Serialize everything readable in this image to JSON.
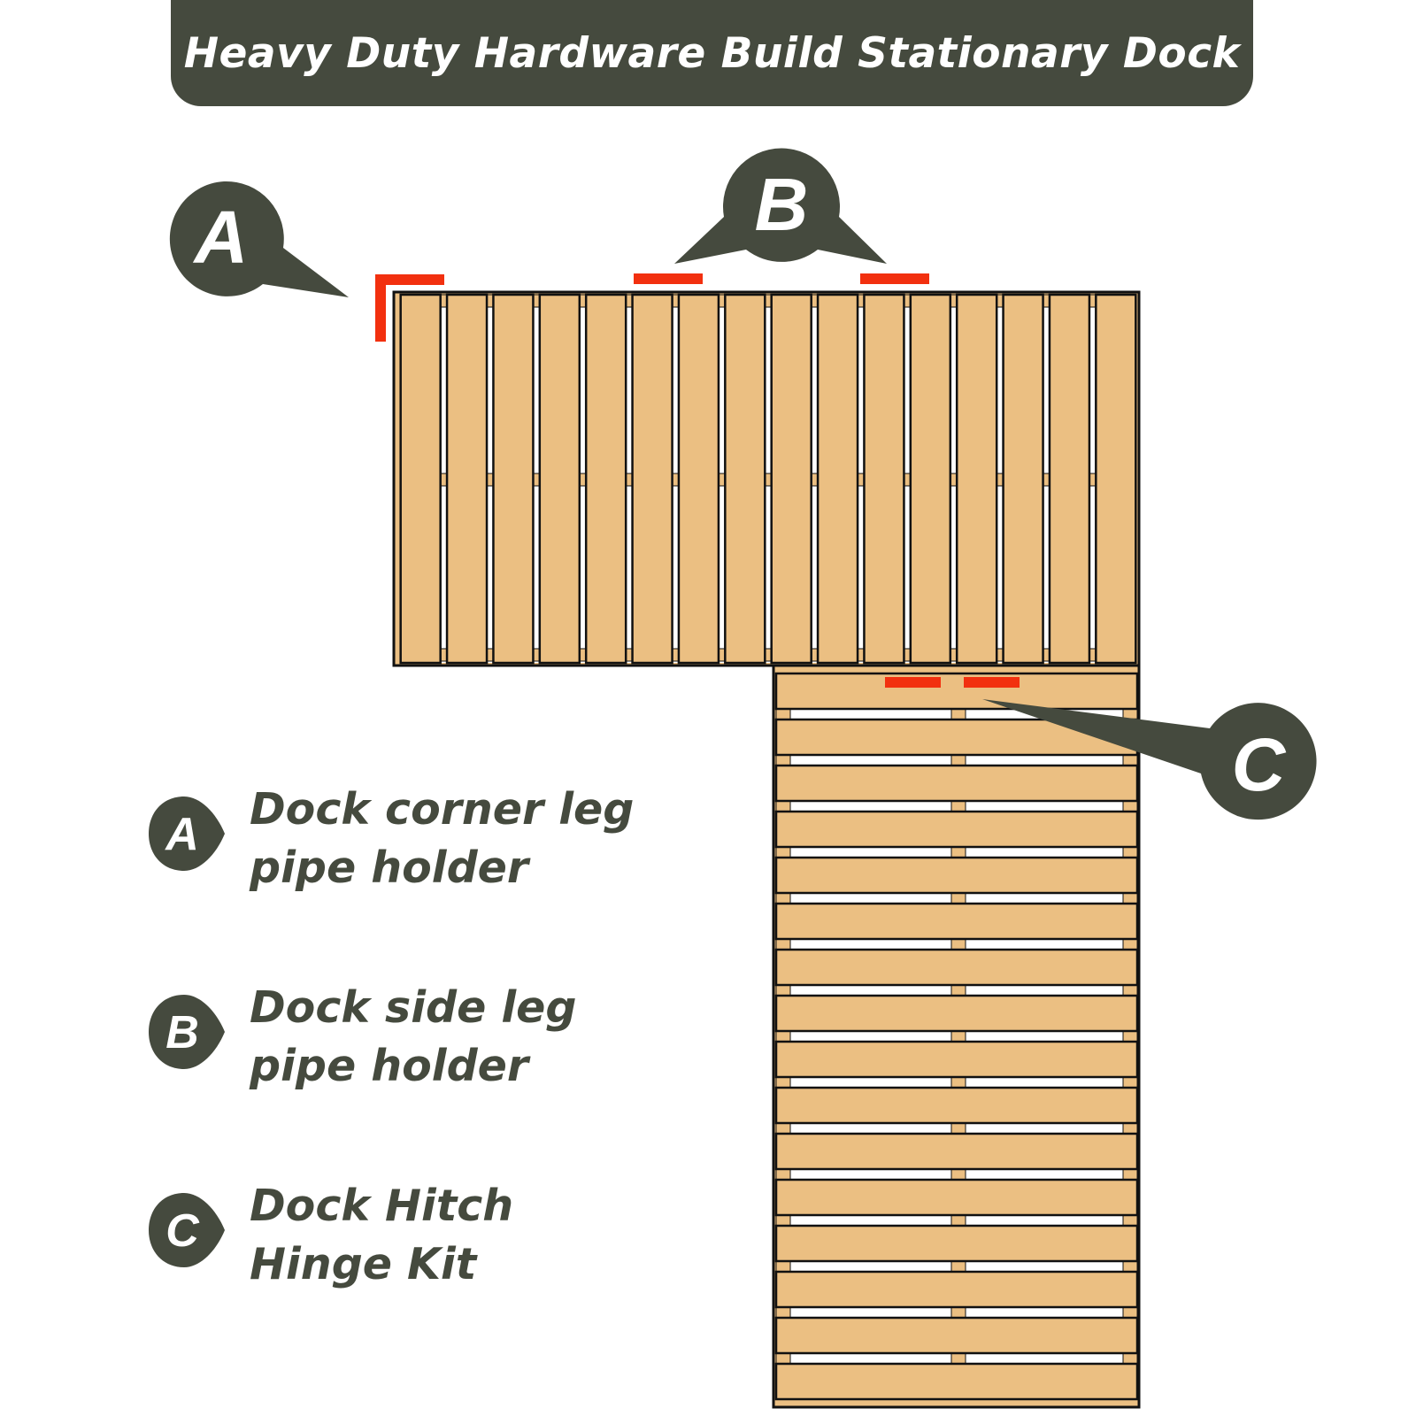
{
  "title": "Heavy Duty Hardware Build Stationary Dock",
  "callouts": {
    "a": "A",
    "b": "B",
    "c": "C"
  },
  "legend": [
    {
      "badge": "A",
      "text": "Dock corner leg\npipe holder"
    },
    {
      "badge": "B",
      "text": "Dock side leg\npipe holder"
    },
    {
      "badge": "C",
      "text": "Dock Hitch\nHinge Kit"
    }
  ],
  "colors": {
    "dark": "#454a3e",
    "wood": "#ebbf82",
    "highlight": "#f2300f",
    "outline": "#111111"
  }
}
